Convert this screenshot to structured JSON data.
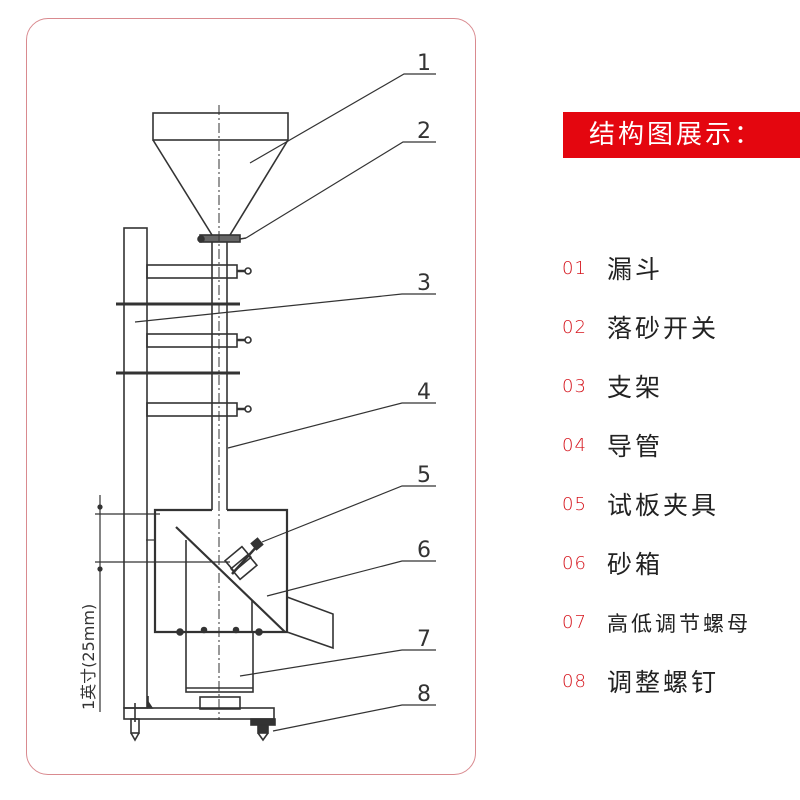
{
  "header": {
    "title": "结构图展示："
  },
  "legend": {
    "items": [
      {
        "num": "01",
        "label": "漏斗"
      },
      {
        "num": "02",
        "label": "落砂开关"
      },
      {
        "num": "03",
        "label": "支架"
      },
      {
        "num": "04",
        "label": "导管"
      },
      {
        "num": "05",
        "label": "试板夹具"
      },
      {
        "num": "06",
        "label": "砂箱"
      },
      {
        "num": "07",
        "label": "高低调节螺母"
      },
      {
        "num": "08",
        "label": "调整螺钉"
      }
    ]
  },
  "diagram": {
    "callouts": [
      "1",
      "2",
      "3",
      "4",
      "5",
      "6",
      "7",
      "8"
    ],
    "dimension_label": "1英寸(25mm)"
  },
  "colors": {
    "accent": "#e4060f",
    "number": "#d5141c",
    "border": "#d98a8f",
    "line": "#333333"
  }
}
